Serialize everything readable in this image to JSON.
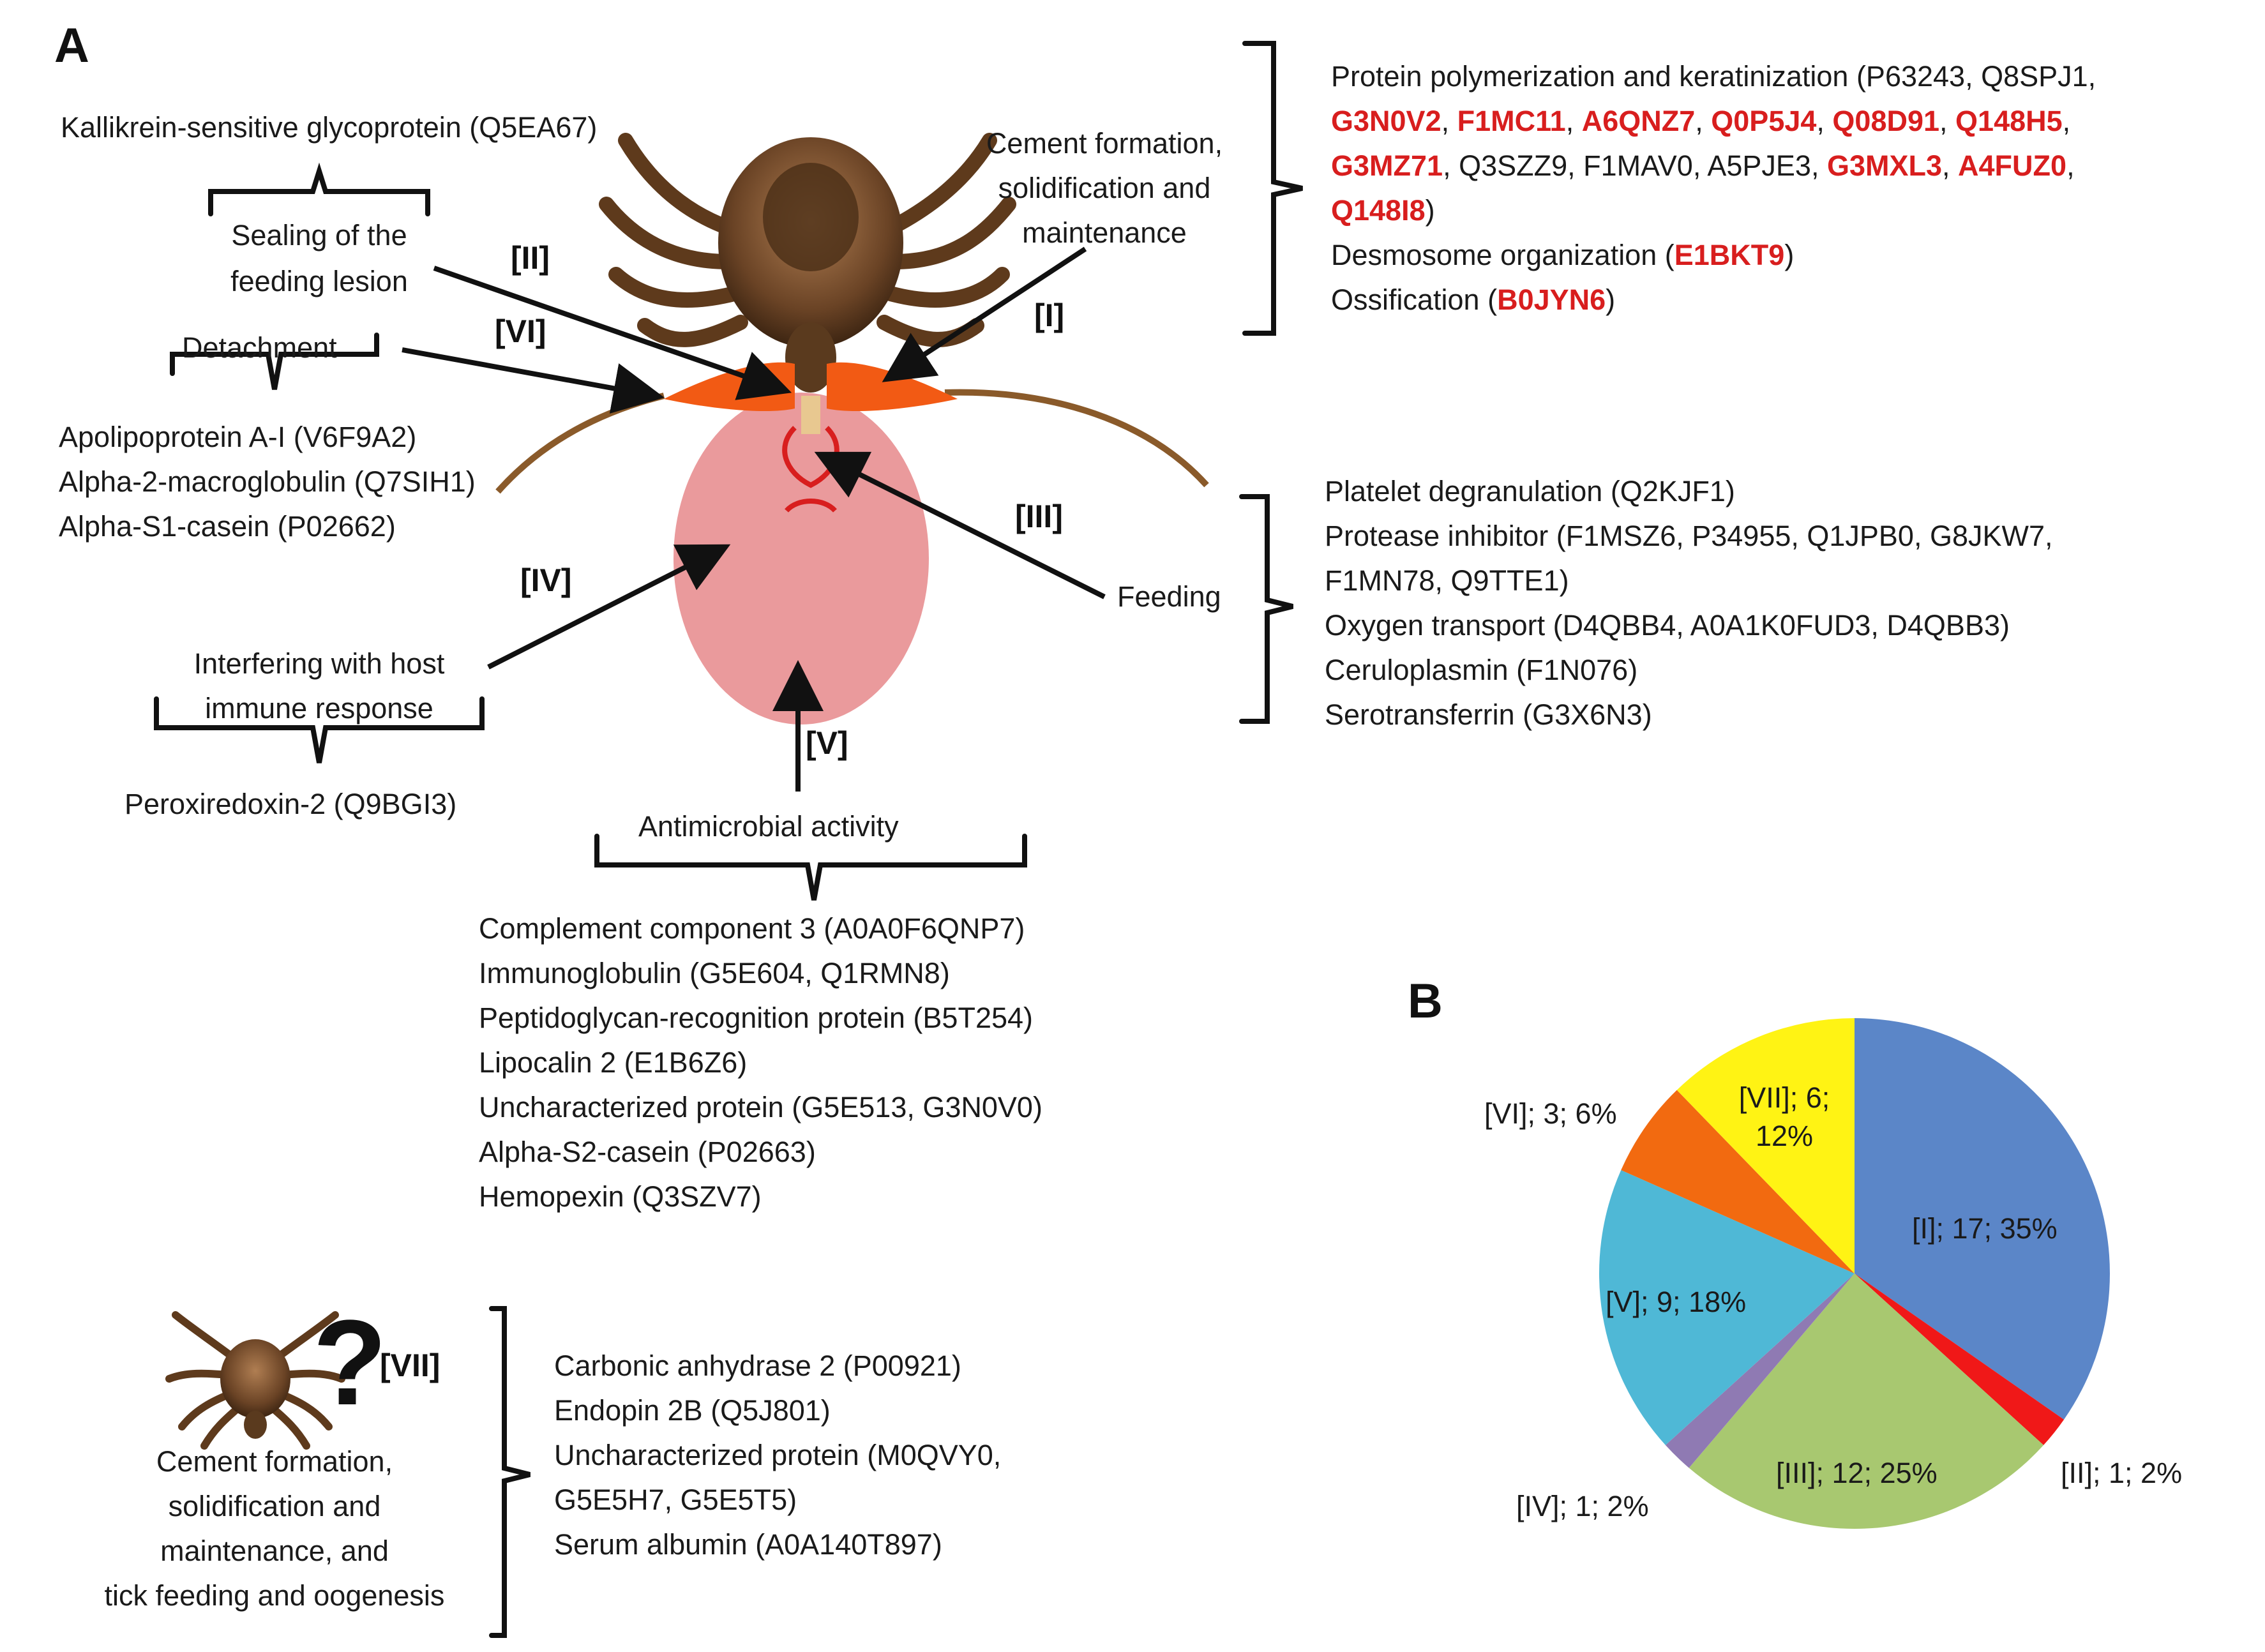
{
  "panel_a": {
    "letter": "A",
    "sealing": {
      "protein": "Kallikrein-sensitive glycoprotein (Q5EA67)",
      "process_line1": "Sealing of the",
      "process_line2": "feeding lesion",
      "tag": "[II]"
    },
    "detachment": {
      "process": "Detachment",
      "tag": "[VI]",
      "proteins": [
        "Apolipoprotein A-I (V6F9A2)",
        "Alpha-2-macroglobulin (Q7SIH1)",
        "Alpha-S1-casein (P02662)"
      ]
    },
    "cement": {
      "process_line1": "Cement formation,",
      "process_line2": "solidification and",
      "process_line3": "maintenance",
      "tag": "[I]",
      "row1": {
        "a": "Protein polymerization and keratinization (P63243, Q8SPJ1,"
      },
      "row2": {
        "a": "G3N0V2",
        "b": ", ",
        "c": "F1MC11",
        "d": ", ",
        "e": "A6QNZ7",
        "f": ", ",
        "g": "Q0P5J4",
        "h": ", ",
        "i": "Q08D91",
        "j": ", ",
        "k": "Q148H5",
        "l": ","
      },
      "row3": {
        "a": "G3MZ71",
        "b": ", Q3SZZ9, F1MAV0, A5PJE3, ",
        "c": "G3MXL3",
        "d": ", ",
        "e": "A4FUZ0",
        "f": ","
      },
      "row4": {
        "a": "Q148I8",
        "b": ")"
      },
      "row5": {
        "a": "Desmosome organization (",
        "b": "E1BKT9",
        "c": ")"
      },
      "row6": {
        "a": "Ossification (",
        "b": "B0JYN6",
        "c": ")"
      }
    },
    "feeding": {
      "process": "Feeding",
      "tag": "[III]",
      "proteins": [
        "Platelet degranulation (Q2KJF1)",
        "Protease inhibitor (F1MSZ6, P34955, Q1JPB0, G8JKW7,",
        "F1MN78, Q9TTE1)",
        "Oxygen transport (D4QBB4, A0A1K0FUD3, D4QBB3)",
        "Ceruloplasmin (F1N076)",
        "Serotransferrin (G3X6N3)"
      ]
    },
    "immune": {
      "process_line1": "Interfering with host",
      "process_line2": "immune response",
      "tag": "[IV]",
      "protein": "Peroxiredoxin-2 (Q9BGI3)"
    },
    "antimicrobial": {
      "process": "Antimicrobial activity",
      "tag": "[V]",
      "proteins": [
        "Complement component 3 (A0A0F6QNP7)",
        "Immunoglobulin (G5E604, Q1RMN8)",
        "Peptidoglycan-recognition protein (B5T254)",
        "Lipocalin 2 (E1B6Z6)",
        "Uncharacterized protein (G5E513, G3N0V0)",
        "Alpha-S2-casein (P02663)",
        "Hemopexin (Q3SZV7)"
      ]
    },
    "unknown": {
      "qmark": "?",
      "tag": "[VII]",
      "process_lines": [
        "Cement formation,",
        "solidification and",
        "maintenance, and",
        "tick feeding and oogenesis"
      ],
      "proteins": [
        "Carbonic anhydrase 2 (P00921)",
        "Endopin 2B (Q5J801)",
        "Uncharacterized protein (M0QVY0,",
        "G5E5H7, G5E5T5)",
        "Serum albumin (A0A140T897)"
      ]
    }
  },
  "panel_b": {
    "letter": "B",
    "labels": {
      "I": "[I]; 17; 35%",
      "II": "[II]; 1; 2%",
      "III": "[III]; 12; 25%",
      "IV": "[IV]; 1; 2%",
      "V": "[V]; 9; 18%",
      "VI": "[VI]; 3; 6%",
      "VII_line1": "[VII]; 6;",
      "VII_line2": "12%"
    }
  },
  "colors": {
    "highlight_red": "#d81e1e",
    "bloodpool": "#e99a9c",
    "cement_orange": "#f25a14"
  },
  "chart_data": {
    "type": "pie",
    "title": "",
    "slices": [
      {
        "label": "[I]",
        "count": 17,
        "percent": 35,
        "color": "#5b86c8"
      },
      {
        "label": "[II]",
        "count": 1,
        "percent": 2,
        "color": "#f01818"
      },
      {
        "label": "[III]",
        "count": 12,
        "percent": 25,
        "color": "#a8c870"
      },
      {
        "label": "[IV]",
        "count": 1,
        "percent": 2,
        "color": "#8f7ab3"
      },
      {
        "label": "[V]",
        "count": 9,
        "percent": 18,
        "color": "#4fb8d6"
      },
      {
        "label": "[VI]",
        "count": 3,
        "percent": 6,
        "color": "#f26a10"
      },
      {
        "label": "[VII]",
        "count": 6,
        "percent": 12,
        "color": "#fff314"
      }
    ],
    "start_angle": "12 o'clock",
    "direction": "clockwise",
    "legend": "none (labels on/next to slices)"
  }
}
